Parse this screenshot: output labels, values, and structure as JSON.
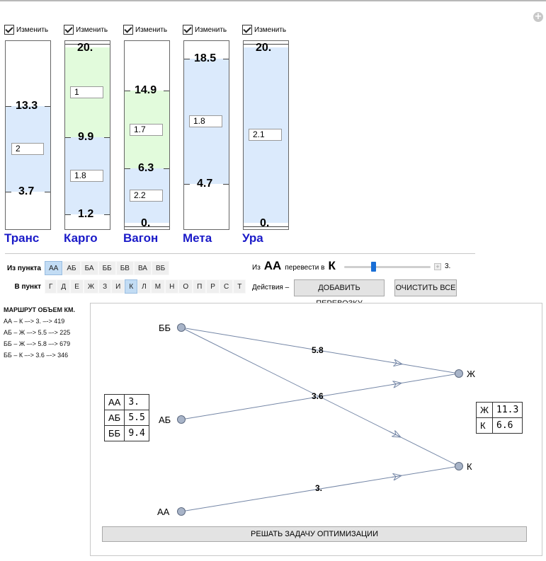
{
  "checkbox_label": "Изменить",
  "columns": [
    {
      "name": "Транс",
      "ticks": [
        "13.3",
        "3.7"
      ],
      "inputs": [
        "2"
      ]
    },
    {
      "name": "Карго",
      "ticks": [
        "20.",
        "9.9",
        "1.2"
      ],
      "inputs": [
        "1",
        "1.8"
      ]
    },
    {
      "name": "Вагон",
      "ticks": [
        "14.9",
        "6.3",
        "0."
      ],
      "inputs": [
        "1.7",
        "2.2"
      ]
    },
    {
      "name": "Мета",
      "ticks": [
        "18.5",
        "4.7"
      ],
      "inputs": [
        "1.8"
      ]
    },
    {
      "name": "Ура",
      "ticks": [
        "20.",
        "0."
      ],
      "inputs": [
        "2.1"
      ]
    }
  ],
  "controls": {
    "from_label": "Из пункта",
    "from_options": [
      "АА",
      "АБ",
      "БА",
      "ББ",
      "БВ",
      "ВА",
      "ВБ"
    ],
    "from_selected": "АА",
    "to_label": "В пункт",
    "to_options": [
      "Г",
      "Д",
      "Е",
      "Ж",
      "З",
      "И",
      "К",
      "Л",
      "М",
      "Н",
      "О",
      "П",
      "Р",
      "С",
      "Т"
    ],
    "to_selected": "К",
    "transfer_prefix": "Из",
    "transfer_from": "АА",
    "transfer_mid": "перевести в",
    "transfer_to": "К",
    "slider_value": "3.",
    "slider_fraction": 0.33,
    "actions_label": "Действия –",
    "add_button": "ДОБАВИТЬ ПЕРЕВОЗКУ",
    "clear_button": "ОЧИСТИТЬ ВСЕ"
  },
  "routes": {
    "title": "МАРШРУТ ОБЪЕМ КМ.",
    "items": [
      "АА – К –-> 3. –-> 419",
      "АБ – Ж –-> 5.5 –-> 225",
      "ББ – Ж –-> 5.8 –-> 679",
      "ББ – К –-> 3.6 –-> 346"
    ]
  },
  "graph": {
    "nodes": [
      "ББ",
      "АБ",
      "АА",
      "Ж",
      "К"
    ],
    "edge_labels": [
      "5.8",
      "3.6",
      "3."
    ],
    "supply_table": [
      [
        "АА",
        "3."
      ],
      [
        "АБ",
        "5.5"
      ],
      [
        "ББ",
        "9.4"
      ]
    ],
    "demand_table": [
      [
        "Ж",
        "11.3"
      ],
      [
        "К",
        "6.6"
      ]
    ],
    "colors": {
      "edge": "#7486a6",
      "node": "#a8b4c8"
    }
  },
  "solve_button": "РЕШАТЬ ЗАДАЧУ ОПТИМИЗАЦИИ"
}
